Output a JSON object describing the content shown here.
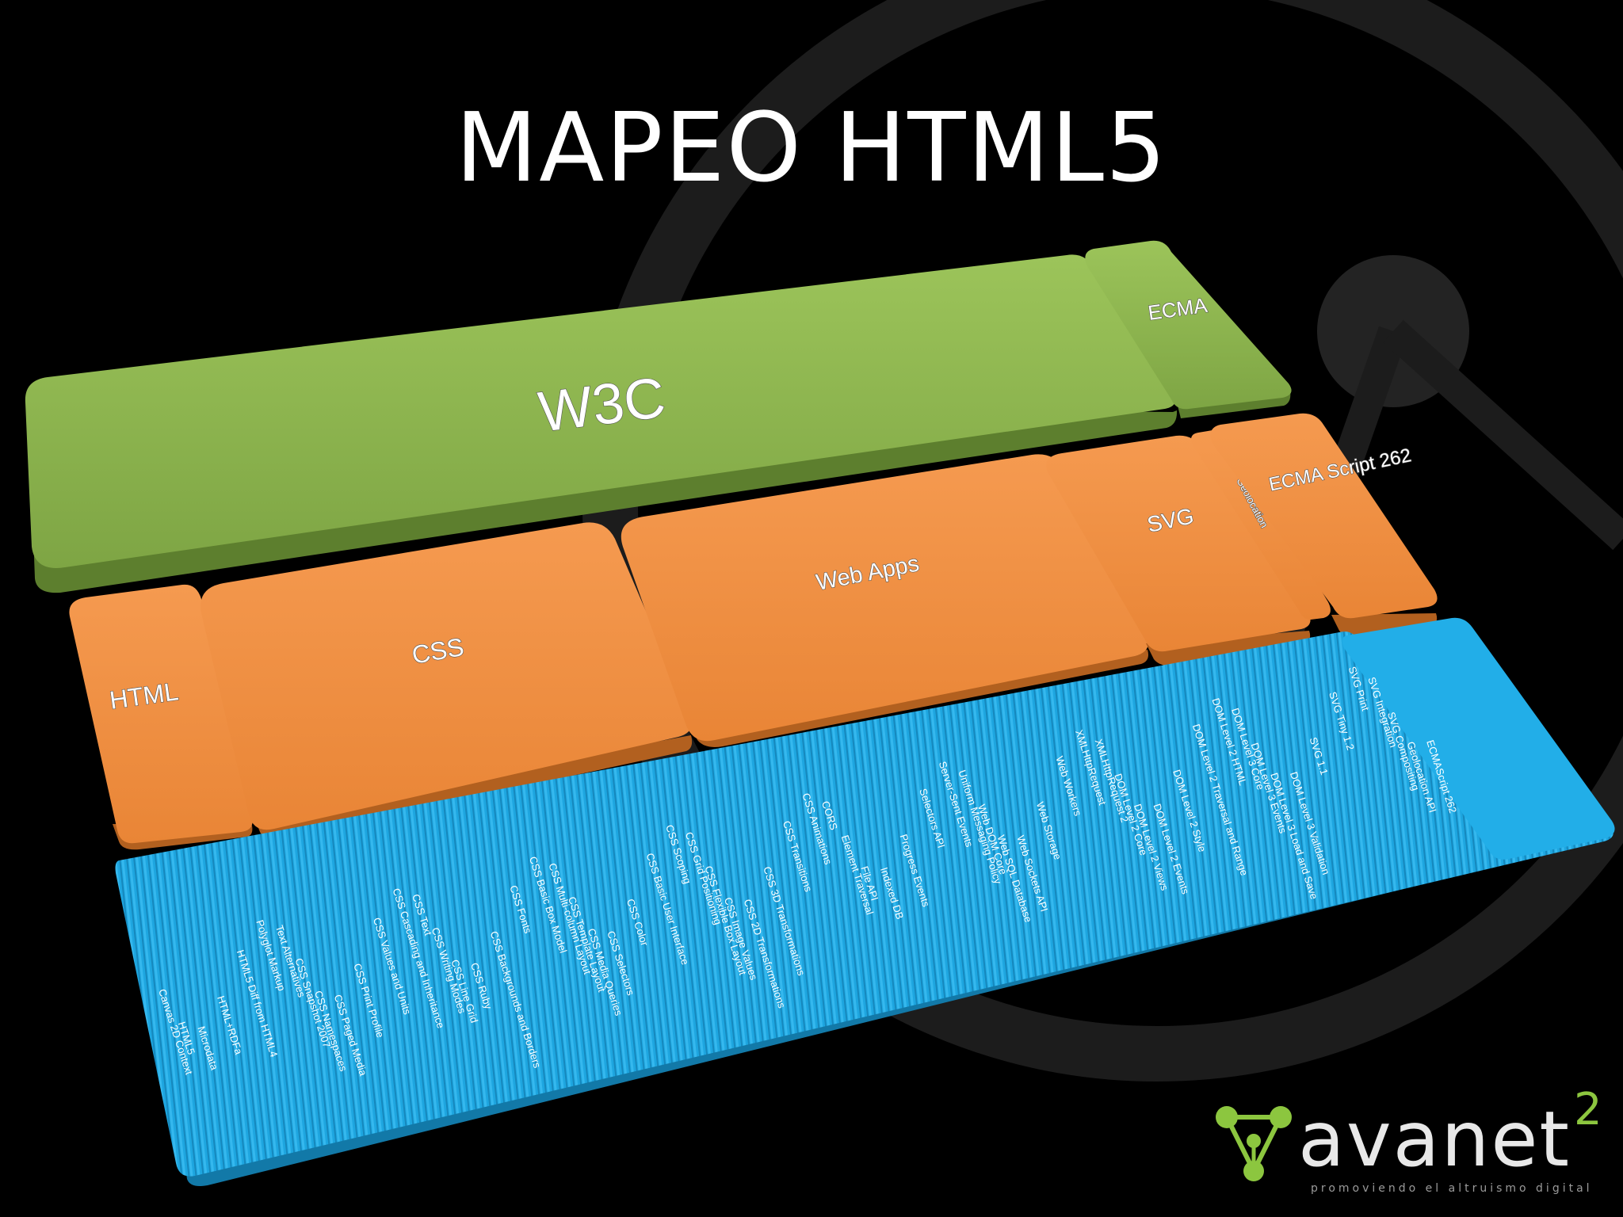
{
  "slide": {
    "title": "MAPEO HTML5"
  },
  "colors": {
    "background": "#000000",
    "w3c_green": "#8ab14a",
    "orange": "#f08b3f",
    "blue": "#1ea6e0",
    "watermark": "#2a2a2a",
    "logo_green": "#8cc63f"
  },
  "tiers": {
    "organizations": [
      {
        "id": "w3c",
        "label": "W3C"
      },
      {
        "id": "ecma",
        "label": "ECMA"
      }
    ],
    "groups": [
      {
        "id": "html",
        "label": "HTML"
      },
      {
        "id": "css",
        "label": "CSS"
      },
      {
        "id": "webapps",
        "label": "Web Apps"
      },
      {
        "id": "svg",
        "label": "SVG"
      },
      {
        "id": "geolocation",
        "label": "Geolocation"
      },
      {
        "id": "ecmascript",
        "label": "ECMA Script 262"
      }
    ],
    "specifications": [
      "Canvas 2D Context",
      "HTML5",
      "Microdata",
      "HTML+RDFa",
      "HTML5 Diff from HTML4",
      "Polyglot Markup",
      "Text Alternatives",
      "CSS Snapshot 2007",
      "CSS Namespaces",
      "CSS Paged Media",
      "CSS Print Profile",
      "CSS Values and Units",
      "CSS Cascading and Inheritance",
      "CSS Text",
      "CSS Writing Modes",
      "CSS Line Grid",
      "CSS Ruby",
      "CSS Backgrounds and Borders",
      "CSS Fonts",
      "CSS Basic Box Model",
      "CSS Multi-column Layout",
      "CSS Template Layout",
      "CSS Media Queries",
      "CSS Selectors",
      "CSS Color",
      "CSS Basic User Interface",
      "CSS Scoping",
      "CSS Grid Positioning",
      "CSS Flexible Box Layout",
      "CSS Image Values",
      "CSS 2D Transformations",
      "CSS 3D Transformations",
      "CSS Transitions",
      "CSS Animations",
      "CORS",
      "Element Traversal",
      "File API",
      "Indexed DB",
      "Progress Events",
      "Selectors API",
      "Server-Sent Events",
      "Uniform Messaging Policy",
      "Web DOM Core",
      "Web SQL Database",
      "Web Sockets API",
      "Web Storage",
      "Web Workers",
      "XMLHttpRequest",
      "XMLHttpRequest 2",
      "DOM Level 2 Core",
      "DOM Level 2 Views",
      "DOM Level 2 Events",
      "DOM Level 2 Style",
      "DOM Level 2 Traversal and Range",
      "DOM Level 2 HTML",
      "DOM Level 3 Core",
      "DOM Level 3 Events",
      "DOM Level 3 Load and Save",
      "DOM Level 3 Validation",
      "SVG 1.1",
      "SVG Tiny 1.2",
      "SVG Print",
      "SVG Integration",
      "SVG Compositing",
      "Geolocation API",
      "ECMAScript 262"
    ]
  },
  "logo": {
    "word": "avanet",
    "superscript": "2",
    "tagline": "promoviendo el altruismo digital"
  }
}
